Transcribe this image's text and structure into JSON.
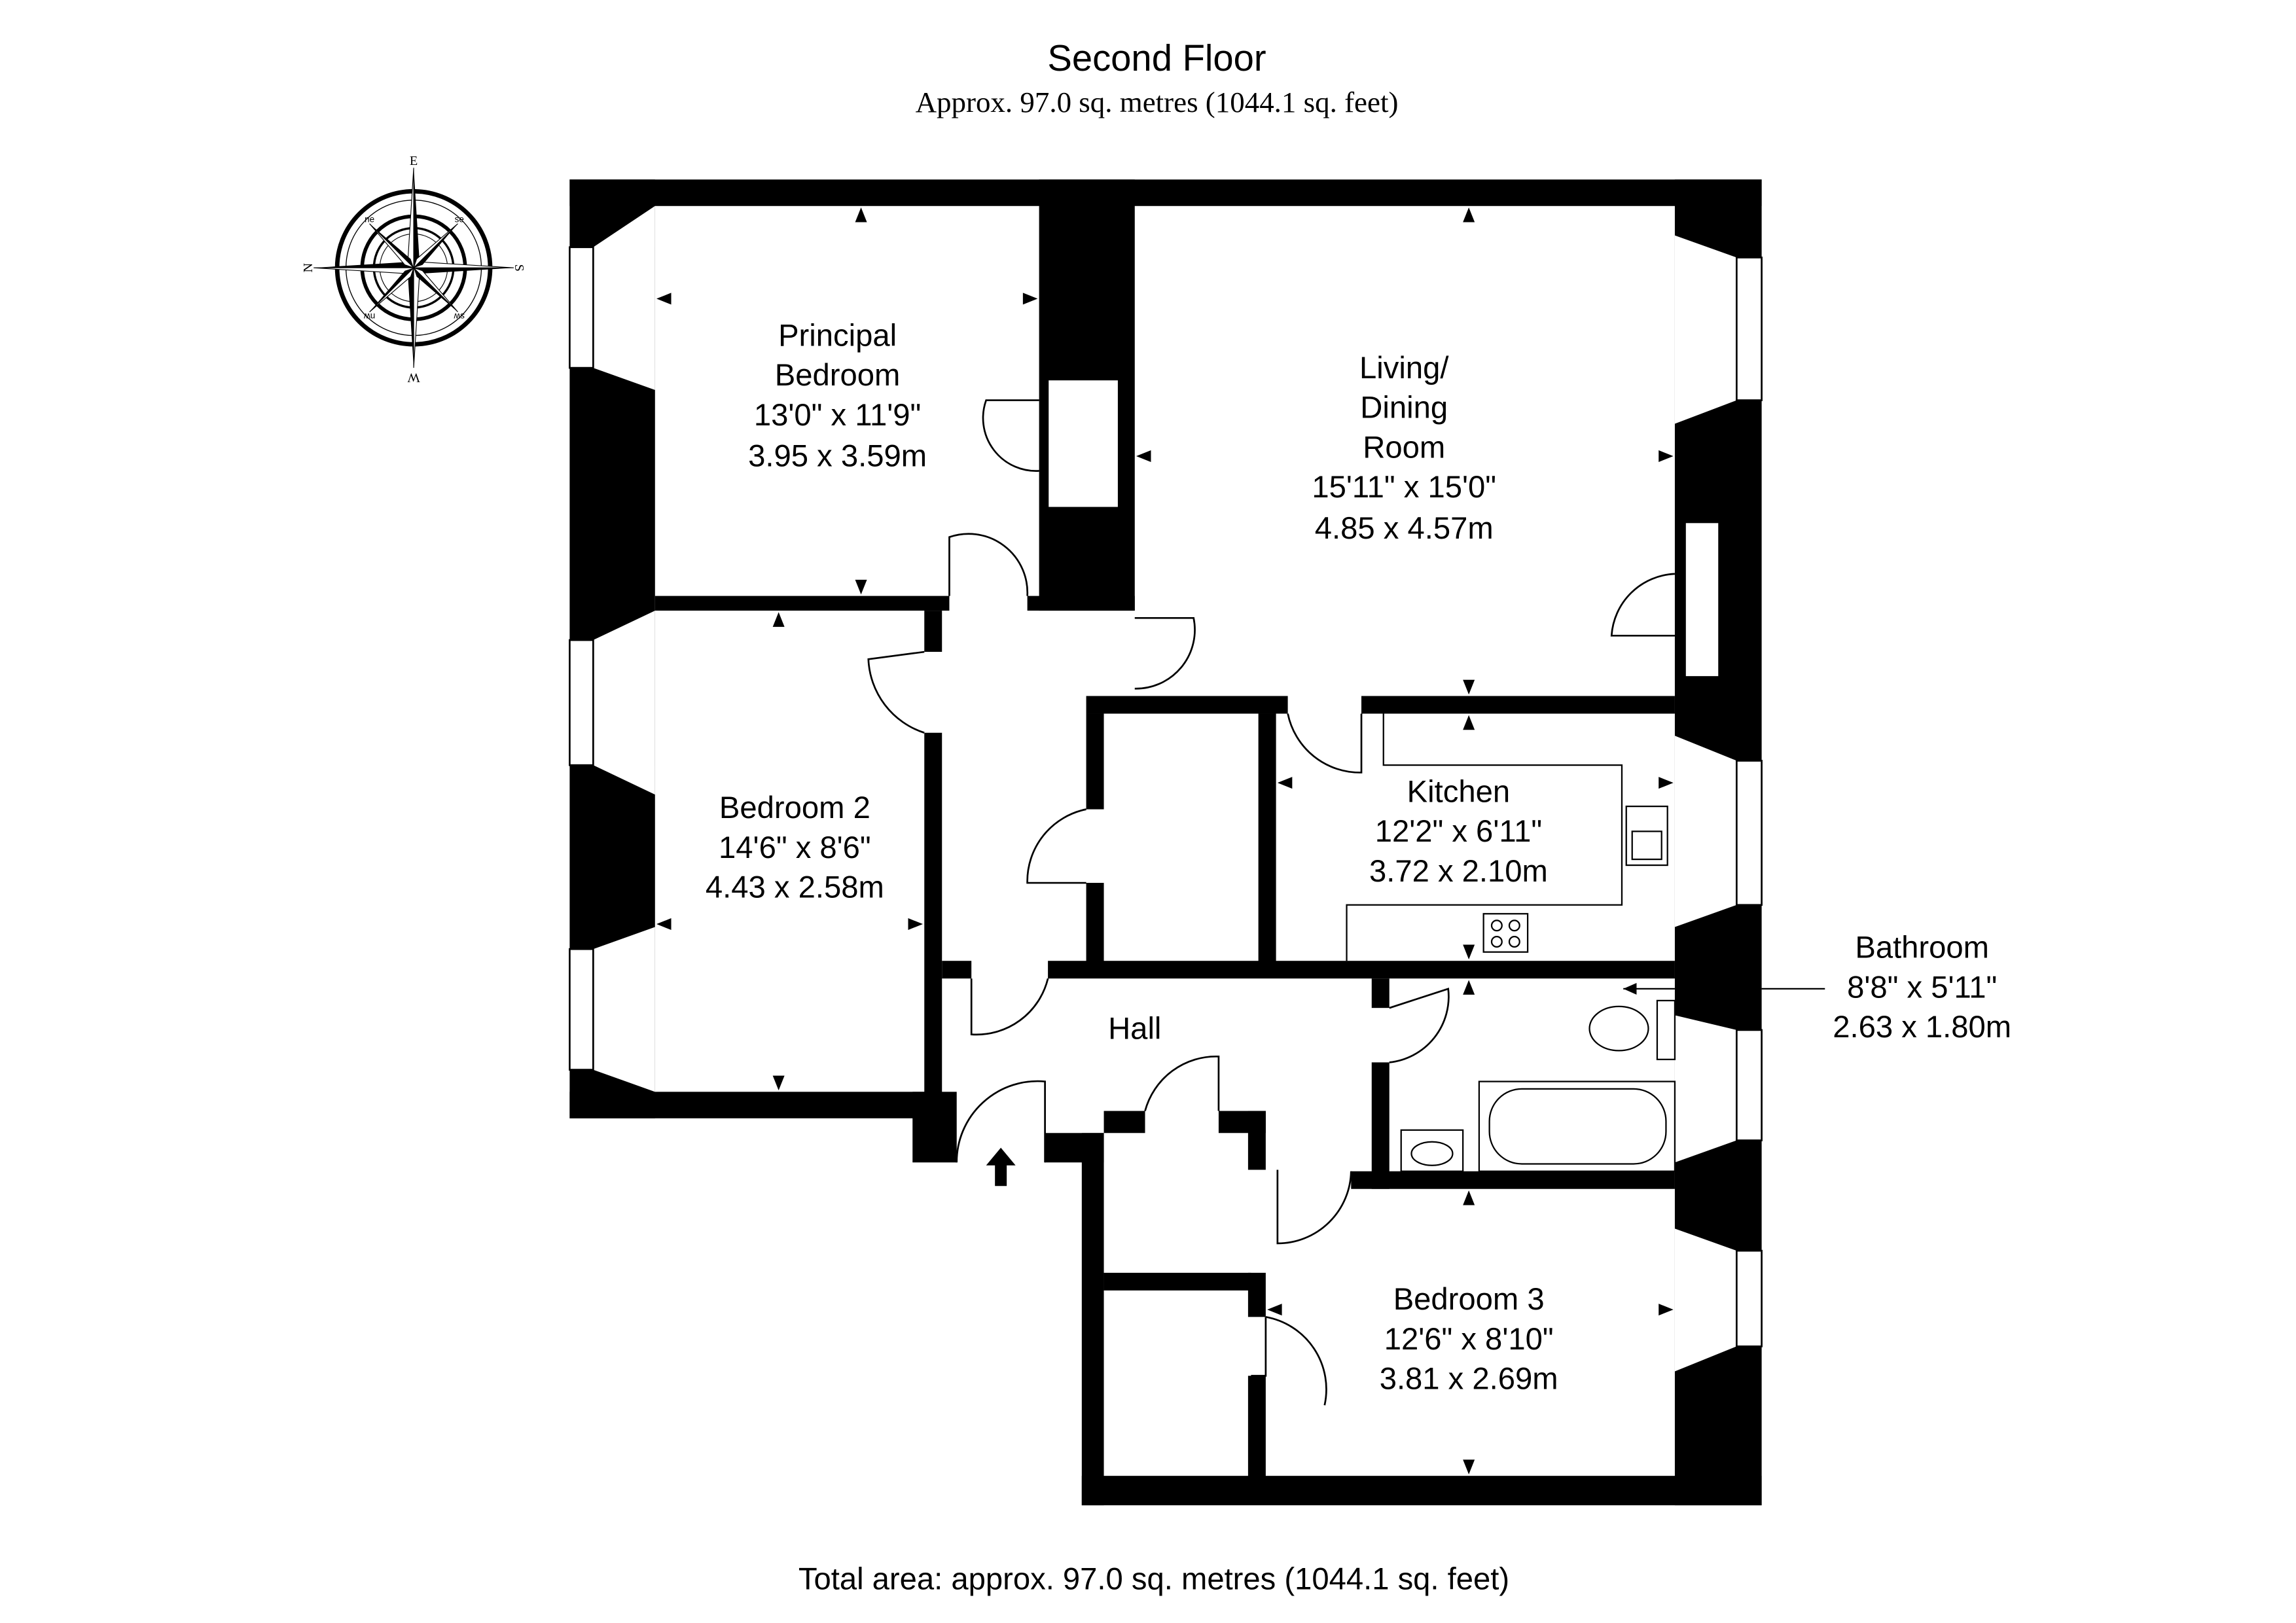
{
  "header": {
    "title": "Second Floor",
    "subtitle": "Approx. 97.0 sq. metres (1044.1 sq. feet)"
  },
  "compass": {
    "n": "N",
    "e": "E",
    "s": "S",
    "w": "W",
    "ne": "ne",
    "se": "se",
    "sw": "sw",
    "nw": "nw"
  },
  "rooms": {
    "principal_bedroom": {
      "name1": "Principal",
      "name2": "Bedroom",
      "imperial": "13'0\" x 11'9\"",
      "metric": "3.95 x 3.59m"
    },
    "living": {
      "name1": "Living/",
      "name2": "Dining",
      "name3": "Room",
      "imperial": "15'11\" x 15'0\"",
      "metric": "4.85 x 4.57m"
    },
    "bedroom2": {
      "name": "Bedroom 2",
      "imperial": "14'6\" x 8'6\"",
      "metric": "4.43 x 2.58m"
    },
    "kitchen": {
      "name": "Kitchen",
      "imperial": "12'2\" x 6'11\"",
      "metric": "3.72 x 2.10m"
    },
    "bathroom": {
      "name": "Bathroom",
      "imperial": "8'8\" x 5'11\"",
      "metric": "2.63 x 1.80m"
    },
    "hall": {
      "name": "Hall"
    },
    "bedroom3": {
      "name": "Bedroom 3",
      "imperial": "12'6\" x 8'10\"",
      "metric": "3.81 x 2.69m"
    }
  },
  "footer": {
    "total": "Total area: approx. 97.0 sq. metres (1044.1 sq. feet)"
  }
}
